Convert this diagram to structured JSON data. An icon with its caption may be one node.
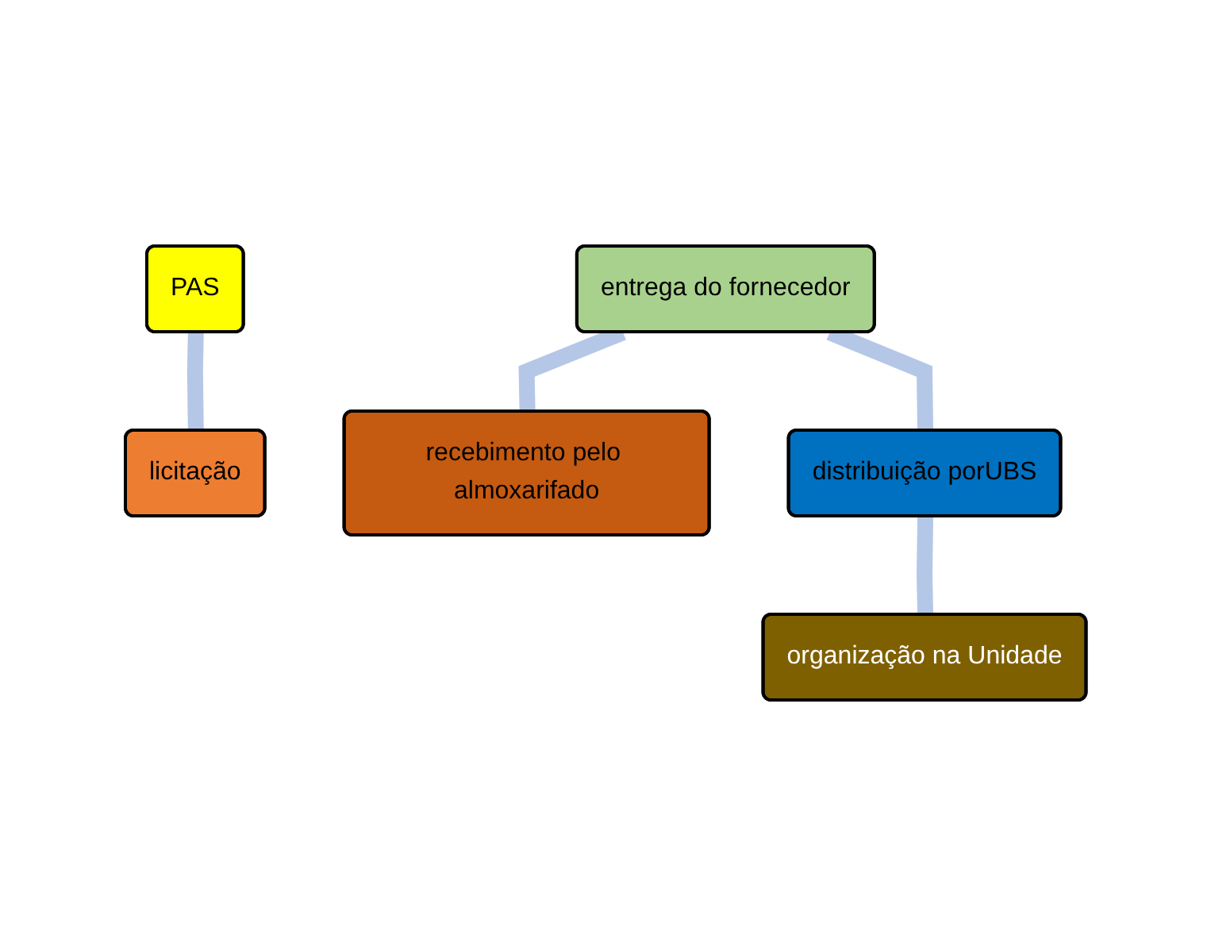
{
  "diagram": {
    "nodes": [
      {
        "text": [
          "PAS"
        ]
      },
      {
        "text": [
          "licitação"
        ]
      },
      {
        "text": [
          "entrega do fornecedor"
        ]
      },
      {
        "text": [
          "recebimento pelo almoxarifado"
        ]
      },
      {
        "text": [
          "distribuição porUBS"
        ]
      },
      {
        "text": [
          "organização na Unidade"
        ]
      }
    ],
    "edges": [
      {
        "from": 0,
        "to": 1,
        "arrow": "none"
      },
      {
        "from": 2,
        "to": 3,
        "arrow": "none"
      },
      {
        "from": 2,
        "to": 4,
        "arrow": "none"
      },
      {
        "from": 4,
        "to": 5,
        "arrow": "none"
      }
    ]
  }
}
